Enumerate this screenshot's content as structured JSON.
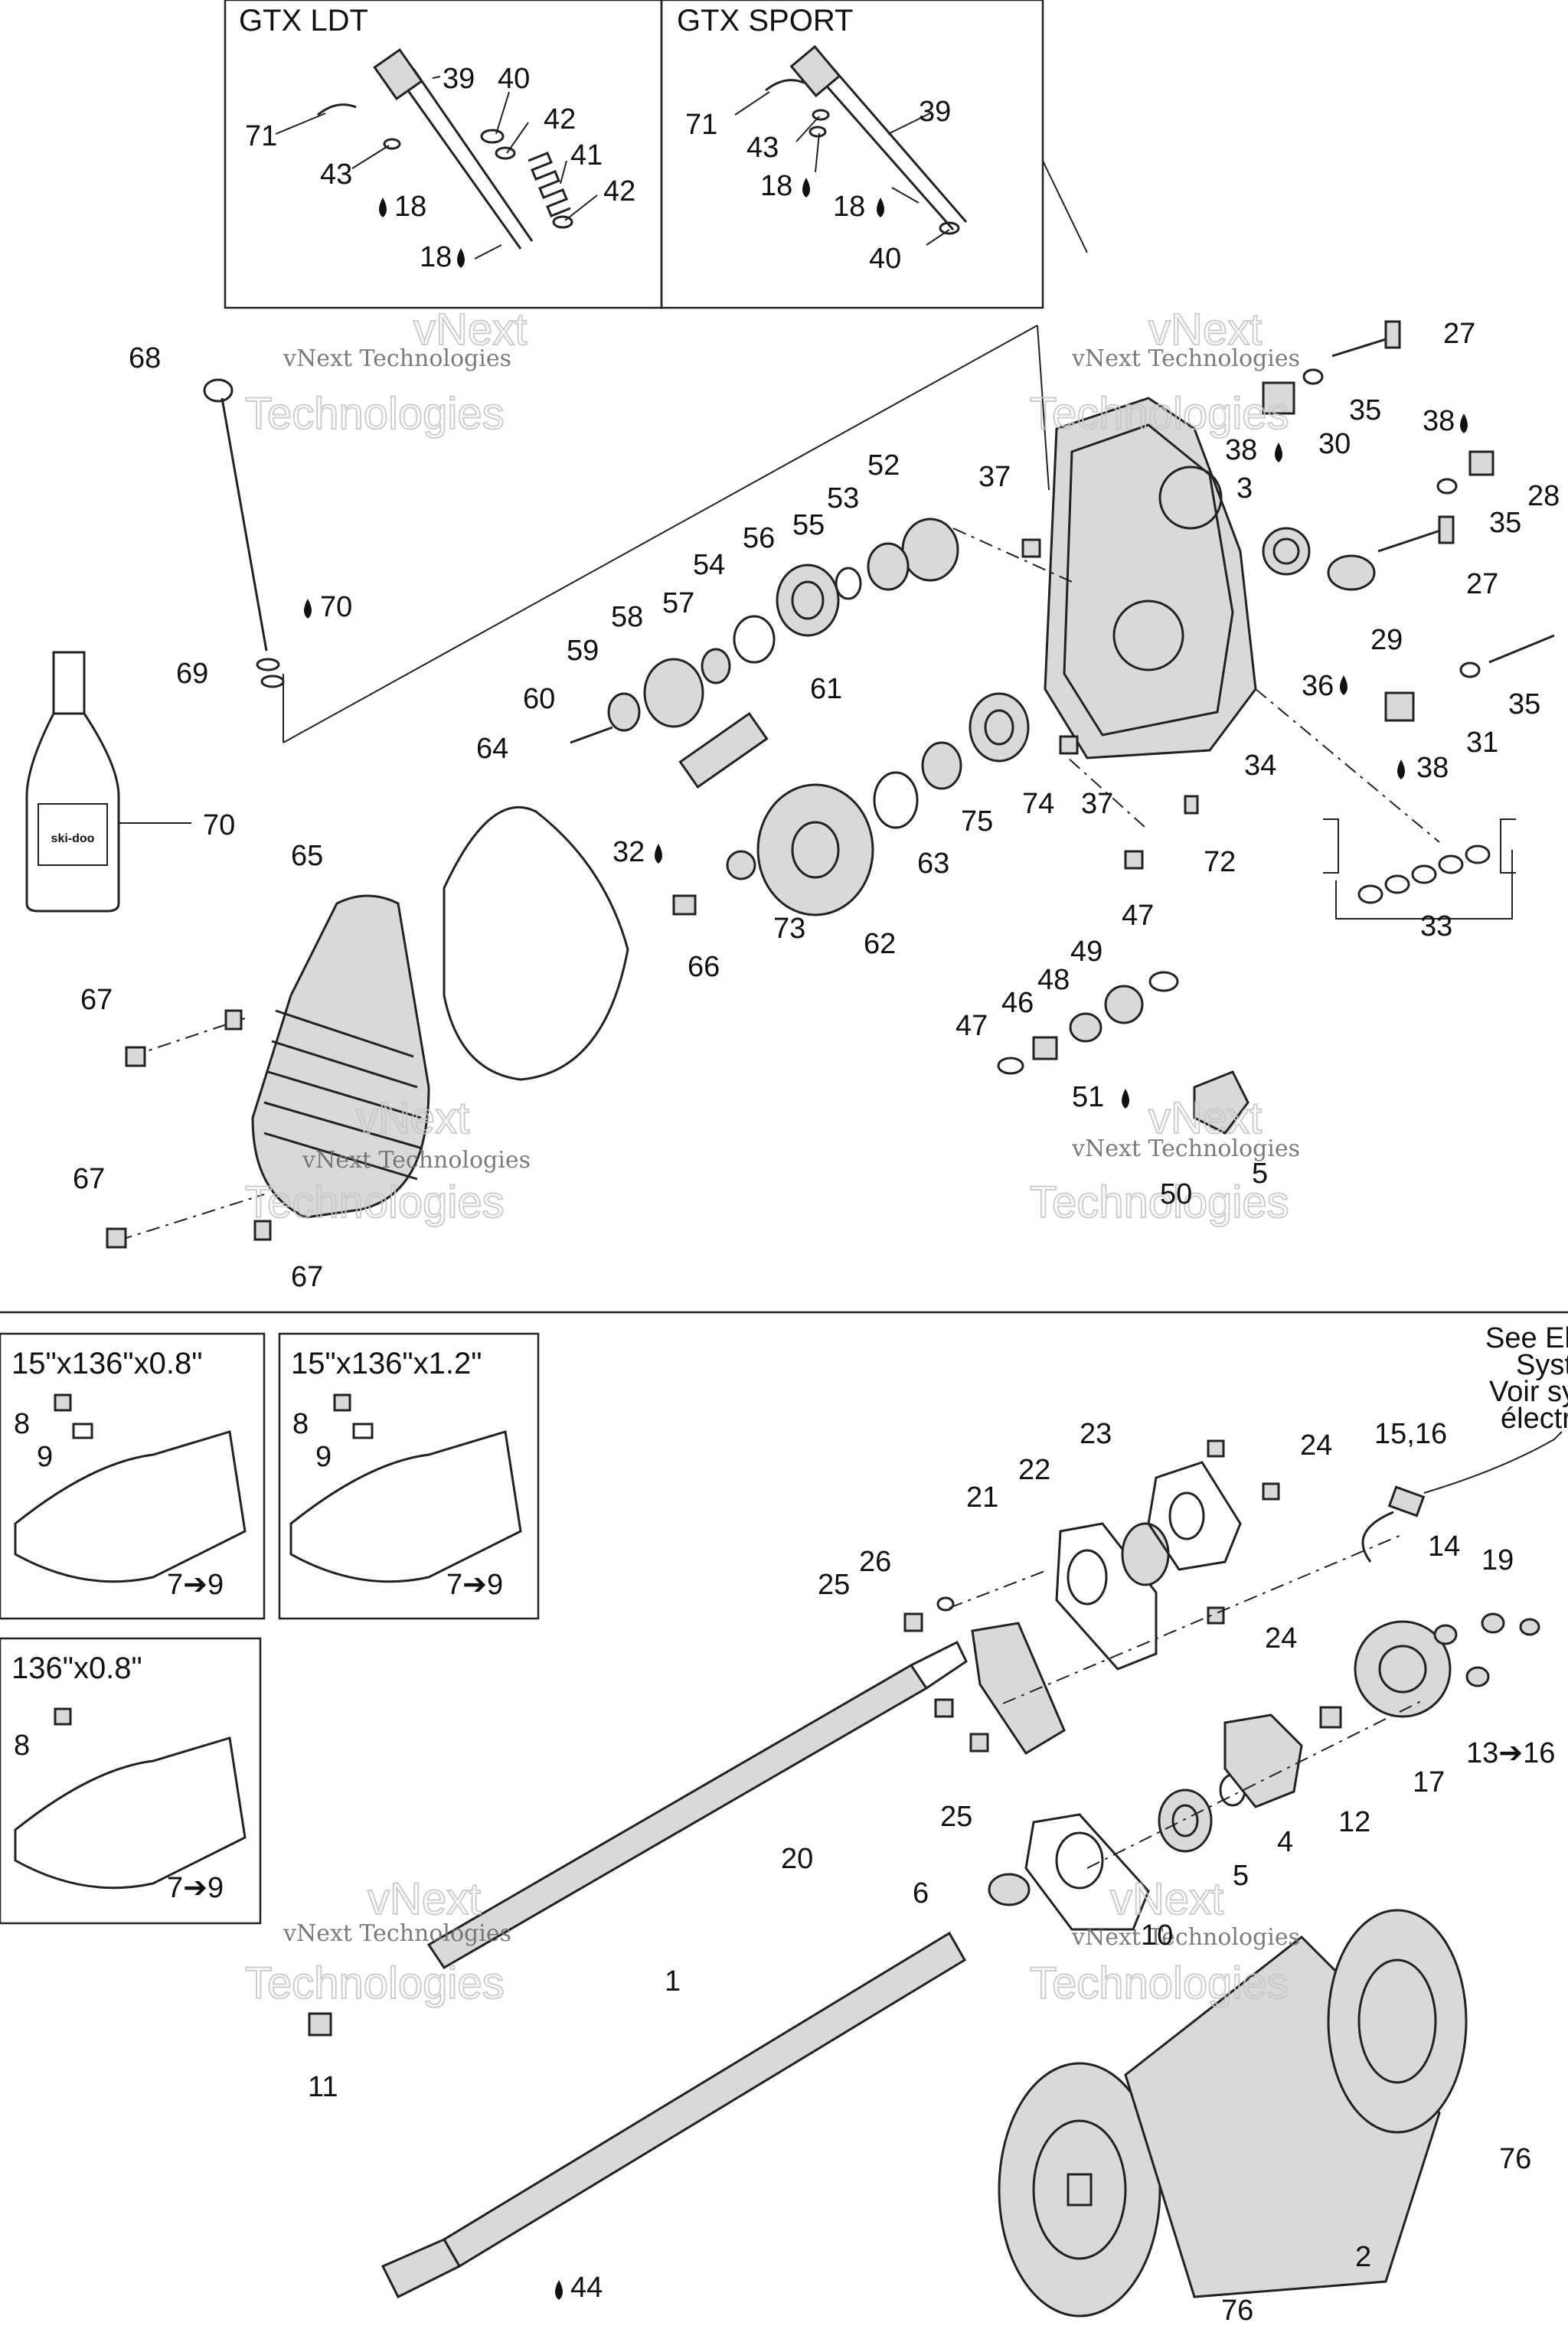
{
  "insets": [
    {
      "title": "GTX LDT"
    },
    {
      "title": "GTX SPORT"
    },
    {
      "title": "15\"x136\"x0.8\""
    },
    {
      "title": "15\"x136\"x1.2\""
    },
    {
      "title": "136\"x0.8\""
    }
  ],
  "electrical_note": {
    "line1": "See Ele",
    "line2": "Syst",
    "line3": "Voir sy",
    "line4": "électr"
  },
  "watermark": {
    "line1": "vNext",
    "line2": "Technologies",
    "small": "vNext Technologies"
  },
  "bottle_brand": "ski-doo",
  "labels": [
    "71",
    "43",
    "18",
    "39",
    "40",
    "42",
    "41",
    "42",
    "18",
    "71",
    "43",
    "18",
    "39",
    "18",
    "40",
    "68",
    "69",
    "70",
    "27",
    "35",
    "38",
    "30",
    "38",
    "28",
    "3",
    "35",
    "27",
    "29",
    "36",
    "35",
    "31",
    "38",
    "34",
    "33",
    "37",
    "52",
    "53",
    "55",
    "56",
    "54",
    "57",
    "58",
    "59",
    "60",
    "61",
    "37",
    "74",
    "75",
    "63",
    "62",
    "73",
    "66",
    "32",
    "64",
    "65",
    "67",
    "67",
    "67",
    "70",
    "72",
    "47",
    "49",
    "48",
    "46",
    "47",
    "51",
    "50",
    "5",
    "8",
    "9",
    "7➔9",
    "8",
    "9",
    "7➔9",
    "8",
    "7➔9",
    "23",
    "24",
    "22",
    "21",
    "26",
    "25",
    "24",
    "25",
    "20",
    "15,16",
    "14",
    "19",
    "17",
    "13➔16",
    "12",
    "4",
    "5",
    "6",
    "10",
    "1",
    "11",
    "76",
    "2",
    "76",
    "44"
  ]
}
